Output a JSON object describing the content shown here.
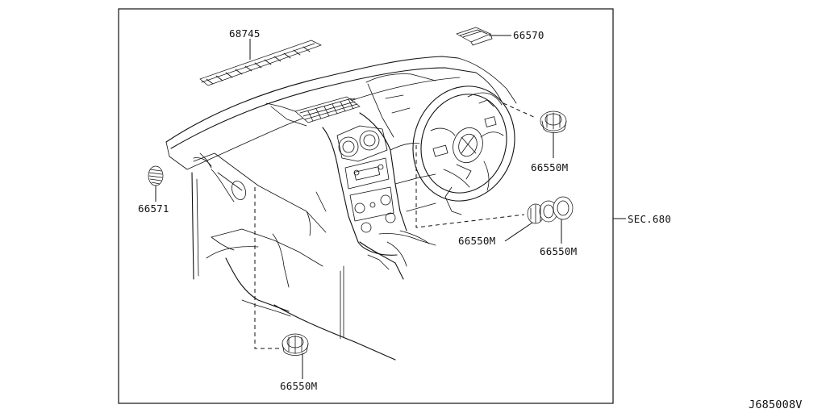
{
  "diagram": {
    "drawing_code": "J685008V",
    "section_ref": "SEC.680",
    "parts": [
      {
        "id": "p1",
        "number": "68745",
        "icon": "defroster-grille-icon"
      },
      {
        "id": "p2",
        "number": "66570",
        "icon": "side-defroster-icon"
      },
      {
        "id": "p3",
        "number": "66571",
        "icon": "side-vent-icon"
      },
      {
        "id": "p4",
        "number": "66550M",
        "icon": "dash-switch-icon"
      },
      {
        "id": "p5",
        "number": "66550M",
        "icon": "dash-switch-icon"
      },
      {
        "id": "p6",
        "number": "66550M",
        "icon": "dash-switch-icon"
      },
      {
        "id": "p7",
        "number": "66550M",
        "icon": "dash-switch-icon"
      }
    ]
  }
}
